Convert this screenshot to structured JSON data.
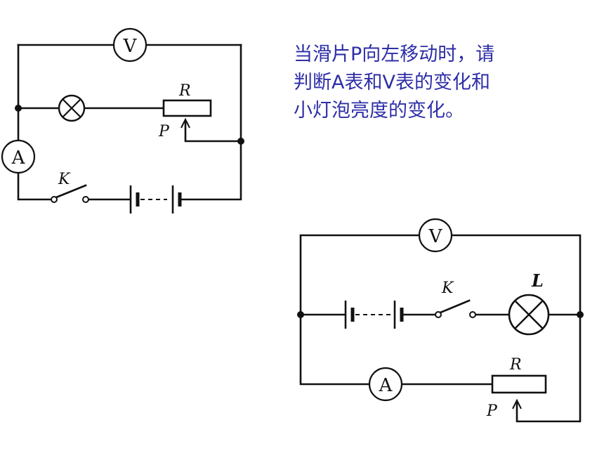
{
  "question": {
    "lines": [
      "当滑片P向左移动时，请",
      "判断A表和V表的变化和",
      "小灯泡亮度的变化。"
    ]
  },
  "circuit1": {
    "voltmeter_label": "V",
    "ammeter_label": "A",
    "rheostat_label": "R",
    "slider_label": "P",
    "switch_label": "K"
  },
  "circuit2": {
    "voltmeter_label": "V",
    "ammeter_label": "A",
    "rheostat_label": "R",
    "slider_label": "P",
    "switch_label": "K",
    "lamp_label": "L"
  },
  "colors": {
    "text": "#2e2ea8",
    "line": "#111111"
  }
}
